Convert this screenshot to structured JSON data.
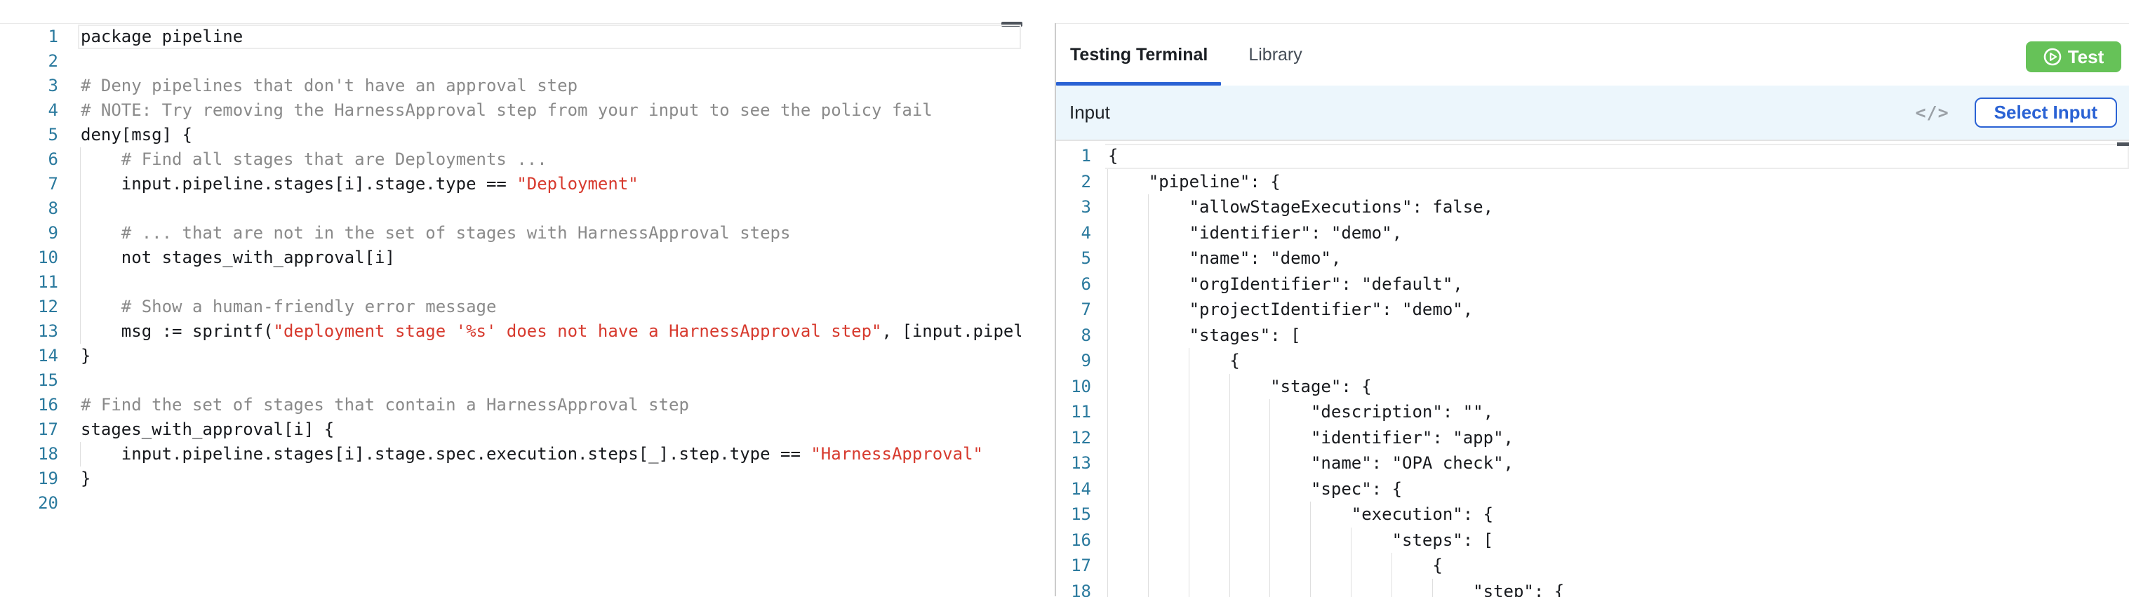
{
  "colors": {
    "accent_blue": "#2a62d4",
    "test_green": "#66c258",
    "string_red": "#d73a2e",
    "line_number_teal": "#2b7a9e",
    "input_bar_bg": "#ecf6fc"
  },
  "left_editor": {
    "lines": [
      {
        "n": "1",
        "current": true,
        "guides": 0,
        "segments": [
          {
            "c": "tok-code",
            "t": "package pipeline"
          }
        ]
      },
      {
        "n": "2",
        "guides": 0,
        "segments": []
      },
      {
        "n": "3",
        "guides": 0,
        "segments": [
          {
            "c": "tok-comment",
            "t": "# Deny pipelines that don't have an approval step"
          }
        ]
      },
      {
        "n": "4",
        "guides": 0,
        "segments": [
          {
            "c": "tok-comment",
            "t": "# NOTE: Try removing the HarnessApproval step from your input to see the policy fail"
          }
        ]
      },
      {
        "n": "5",
        "guides": 0,
        "segments": [
          {
            "c": "tok-code",
            "t": "deny[msg] {"
          }
        ]
      },
      {
        "n": "6",
        "guides": 1,
        "segments": [
          {
            "c": "tok-comment",
            "t": "    # Find all stages that are Deployments ..."
          }
        ]
      },
      {
        "n": "7",
        "guides": 1,
        "segments": [
          {
            "c": "tok-code",
            "t": "    input.pipeline.stages[i].stage.type == "
          },
          {
            "c": "tok-string",
            "t": "\"Deployment\""
          }
        ]
      },
      {
        "n": "8",
        "guides": 1,
        "segments": []
      },
      {
        "n": "9",
        "guides": 1,
        "segments": [
          {
            "c": "tok-comment",
            "t": "    # ... that are not in the set of stages with HarnessApproval steps"
          }
        ]
      },
      {
        "n": "10",
        "guides": 1,
        "segments": [
          {
            "c": "tok-code",
            "t": "    not stages_with_approval[i]"
          }
        ]
      },
      {
        "n": "11",
        "guides": 1,
        "segments": []
      },
      {
        "n": "12",
        "guides": 1,
        "segments": [
          {
            "c": "tok-comment",
            "t": "    # Show a human-friendly error message"
          }
        ]
      },
      {
        "n": "13",
        "guides": 1,
        "segments": [
          {
            "c": "tok-code",
            "t": "    msg := sprintf("
          },
          {
            "c": "tok-string",
            "t": "\"deployment stage '%s' does not have a HarnessApproval step\""
          },
          {
            "c": "tok-code",
            "t": ", [input.pipel"
          }
        ]
      },
      {
        "n": "14",
        "guides": 0,
        "segments": [
          {
            "c": "tok-code",
            "t": "}"
          }
        ]
      },
      {
        "n": "15",
        "guides": 0,
        "segments": []
      },
      {
        "n": "16",
        "guides": 0,
        "segments": [
          {
            "c": "tok-comment",
            "t": "# Find the set of stages that contain a HarnessApproval step"
          }
        ]
      },
      {
        "n": "17",
        "guides": 0,
        "segments": [
          {
            "c": "tok-code",
            "t": "stages_with_approval[i] {"
          }
        ]
      },
      {
        "n": "18",
        "guides": 1,
        "segments": [
          {
            "c": "tok-code",
            "t": "    input.pipeline.stages[i].stage.spec.execution.steps[_].step.type == "
          },
          {
            "c": "tok-string",
            "t": "\"HarnessApproval\""
          }
        ]
      },
      {
        "n": "19",
        "guides": 0,
        "segments": [
          {
            "c": "tok-code",
            "t": "}"
          }
        ]
      },
      {
        "n": "20",
        "guides": 0,
        "segments": []
      }
    ]
  },
  "right_panel": {
    "tabs": [
      {
        "label": "Testing Terminal",
        "active": true
      },
      {
        "label": "Library",
        "active": false
      }
    ],
    "test_button": {
      "label": "Test",
      "icon": "play-circle-icon"
    },
    "input_section": {
      "title": "Input",
      "code_icon": "</>",
      "select_input_label": "Select Input"
    },
    "json_editor": {
      "lines": [
        {
          "n": "1",
          "current": true,
          "guides": 0,
          "text": "{"
        },
        {
          "n": "2",
          "guides": 1,
          "text": "    \"pipeline\": {"
        },
        {
          "n": "3",
          "guides": 2,
          "text": "        \"allowStageExecutions\": false,"
        },
        {
          "n": "4",
          "guides": 2,
          "text": "        \"identifier\": \"demo\","
        },
        {
          "n": "5",
          "guides": 2,
          "text": "        \"name\": \"demo\","
        },
        {
          "n": "6",
          "guides": 2,
          "text": "        \"orgIdentifier\": \"default\","
        },
        {
          "n": "7",
          "guides": 2,
          "text": "        \"projectIdentifier\": \"demo\","
        },
        {
          "n": "8",
          "guides": 2,
          "text": "        \"stages\": ["
        },
        {
          "n": "9",
          "guides": 3,
          "text": "            {"
        },
        {
          "n": "10",
          "guides": 4,
          "text": "                \"stage\": {"
        },
        {
          "n": "11",
          "guides": 5,
          "text": "                    \"description\": \"\","
        },
        {
          "n": "12",
          "guides": 5,
          "text": "                    \"identifier\": \"app\","
        },
        {
          "n": "13",
          "guides": 5,
          "text": "                    \"name\": \"OPA check\","
        },
        {
          "n": "14",
          "guides": 5,
          "text": "                    \"spec\": {"
        },
        {
          "n": "15",
          "guides": 6,
          "text": "                        \"execution\": {"
        },
        {
          "n": "16",
          "guides": 7,
          "text": "                            \"steps\": ["
        },
        {
          "n": "17",
          "guides": 8,
          "text": "                                {"
        },
        {
          "n": "18",
          "guides": 9,
          "text": "                                    \"step\": {"
        }
      ]
    }
  }
}
